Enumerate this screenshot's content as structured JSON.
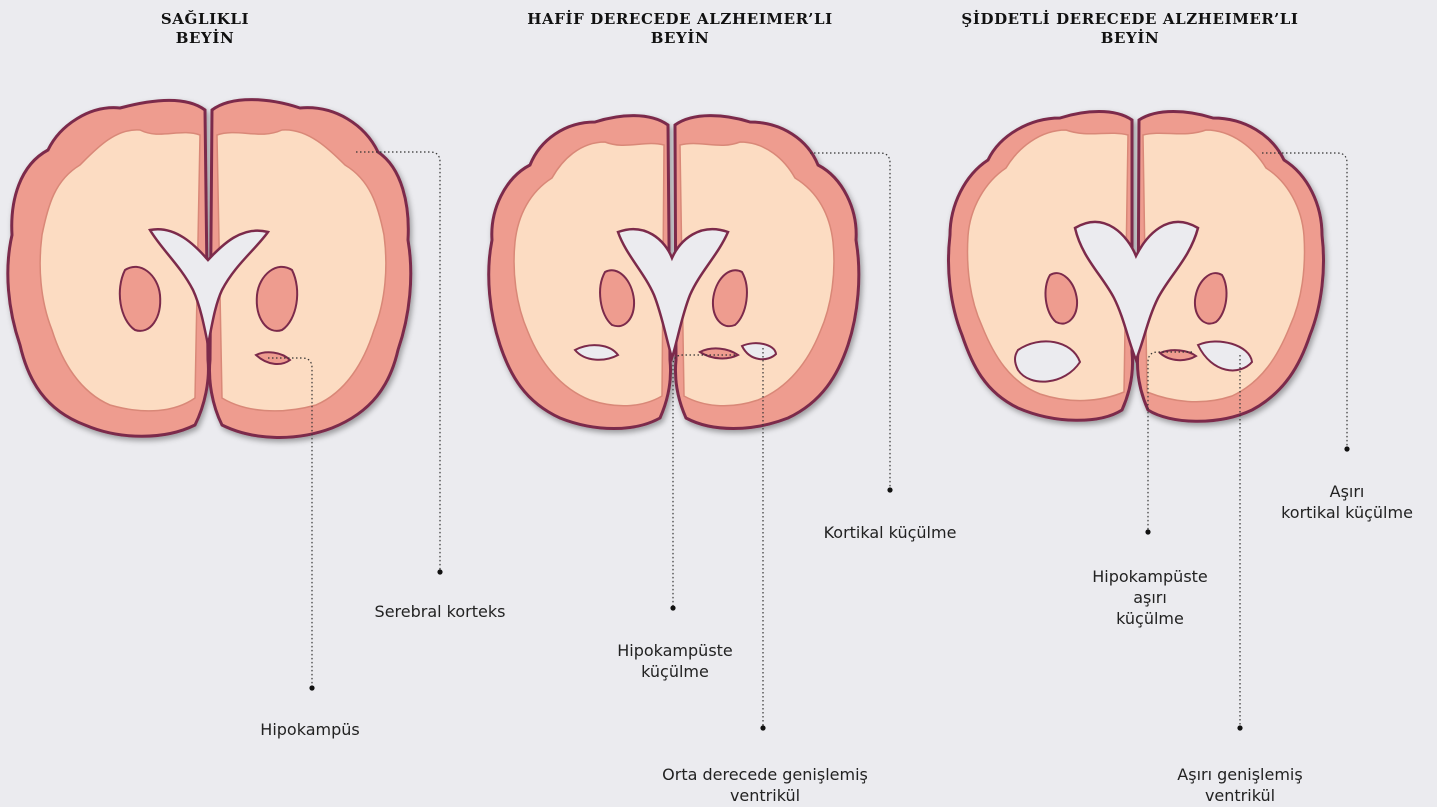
{
  "panels": [
    {
      "title_lines": [
        "SAĞLIKLI",
        "BEYİN"
      ]
    },
    {
      "title_lines": [
        "HAFİF DERECEDE ALZHEIMER’LI",
        "BEYİN"
      ]
    },
    {
      "title_lines": [
        "ŞİDDETLİ DERECEDE ALZHEIMER’LI",
        "BEYİN"
      ]
    }
  ],
  "labels": {
    "healthy_cortex": [
      "Serebral korteks"
    ],
    "healthy_hippocampus": [
      "Hipokampüs"
    ],
    "mild_cortex": [
      "Kortikal küçülme"
    ],
    "mild_hippocampus": [
      "Hipokampüste",
      "küçülme"
    ],
    "mild_ventricle": [
      "Orta derecede genişlemiş",
      "ventrikül"
    ],
    "severe_cortex": [
      "Aşırı",
      "kortikal küçülme"
    ],
    "severe_hippocampus": [
      "Hipokampüste",
      "aşırı",
      "küçülme"
    ],
    "severe_ventricle": [
      "Aşırı genişlemiş",
      "ventrikül"
    ]
  },
  "colors": {
    "background": "#ebebef",
    "cortex": "#ee9c8f",
    "white_matter": "#fcdcc2",
    "outline": "#7b2c4b",
    "leader_line": "#333333"
  }
}
